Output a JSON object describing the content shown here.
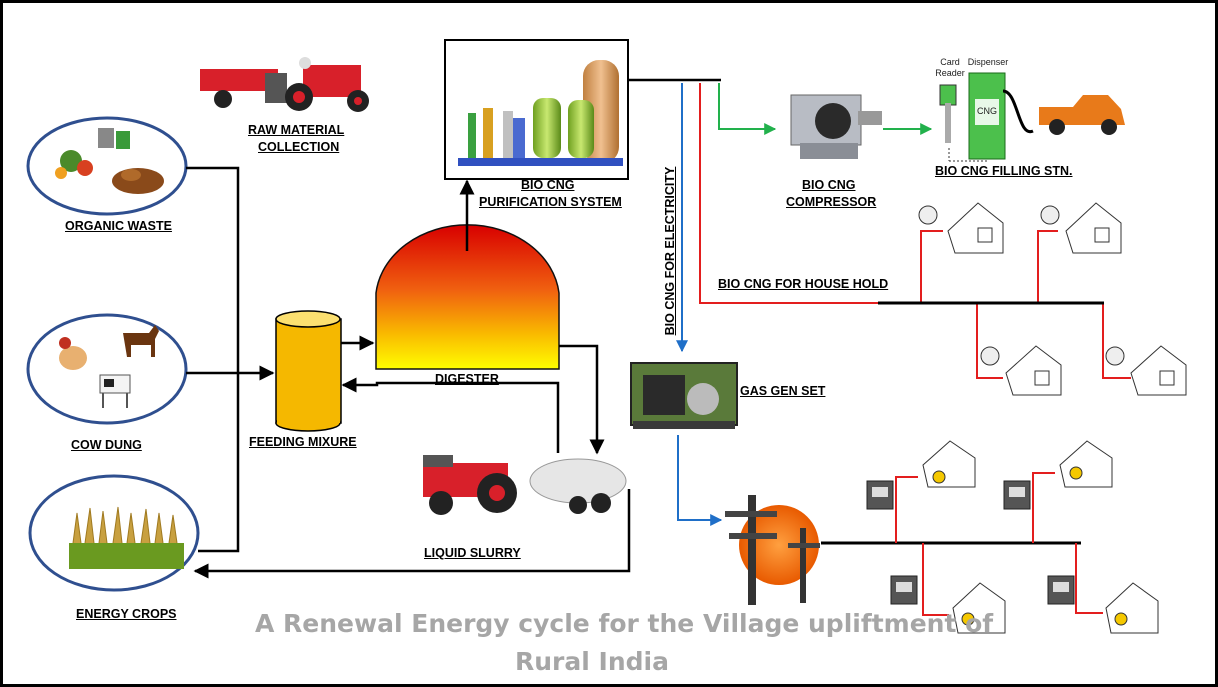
{
  "labels": {
    "raw_material": "RAW MATERIAL",
    "raw_material_2": "COLLECTION",
    "organic_waste": "ORGANIC WASTE",
    "cow_dung": "COW DUNG",
    "energy_crops": "ENERGY CROPS",
    "feeding_mixture": "FEEDING MIXURE",
    "digester": "DIGESTER",
    "purification": "BIO CNG",
    "purification_2": "PURIFICATION SYSTEM",
    "compressor": "BIO CNG",
    "compressor_2": "COMPRESSOR",
    "filling_station": "BIO CNG FILLING STN.",
    "household": "BIO CNG FOR HOUSE HOLD",
    "electricity": "BIO CNG FOR ELECTRICITY",
    "gen_set": "GAS GEN SET",
    "liquid_slurry": "LIQUID SLURRY",
    "card_reader": "Card",
    "card_reader_2": "Reader",
    "dispenser": "Dispenser",
    "cng": "CNG"
  },
  "title": {
    "line1": "A Renewal Energy cycle for the Village upliftment of",
    "line2": "Rural India"
  },
  "colors": {
    "gas_line": "#e31e1e",
    "compressed_line": "#22b14c",
    "electric_line": "#1f6fc8",
    "flow_line": "#000000",
    "ellipse_border": "#2f4f8f",
    "title": "#a6a6a6",
    "feeding_fill": "#f5b800",
    "truck": "#e07a1f"
  }
}
